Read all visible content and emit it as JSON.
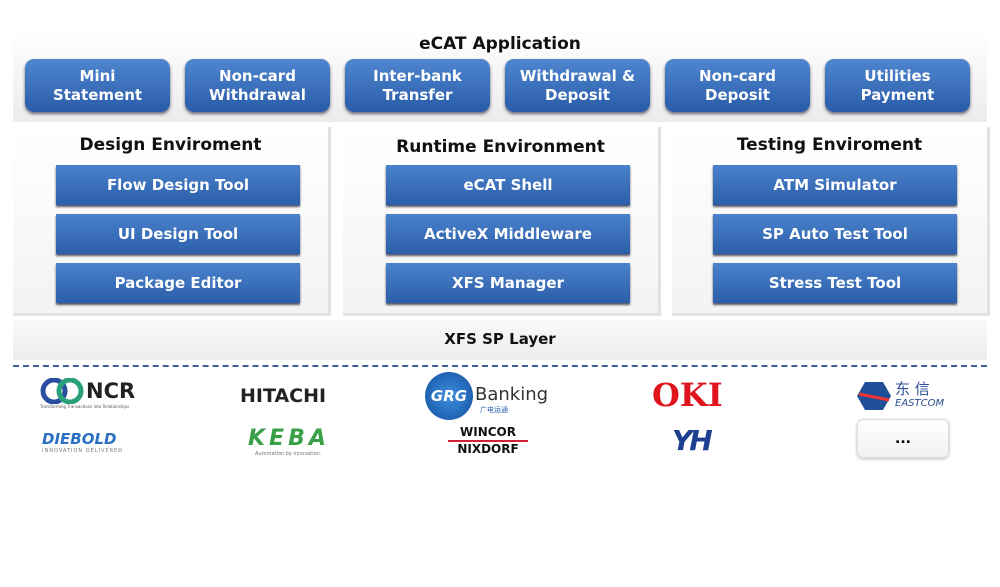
{
  "app_title": "eCAT Application",
  "app_buttons": [
    "Mini\nStatement",
    "Non-card\nWithdrawal",
    "Inter-bank\nTransfer",
    "Withdrawal &\nDeposit",
    "Non-card\nDeposit",
    "Utilities\nPayment"
  ],
  "panels": [
    {
      "title": "Design Enviroment",
      "tools": [
        "Flow Design Tool",
        "UI Design Tool",
        "Package Editor"
      ]
    },
    {
      "title": "Runtime Environment",
      "tools": [
        "eCAT Shell",
        "ActiveX Middleware",
        "XFS Manager"
      ]
    },
    {
      "title": "Testing Enviroment",
      "tools": [
        "ATM Simulator",
        "SP Auto Test Tool",
        "Stress Test Tool"
      ]
    }
  ],
  "sp_layer": "XFS SP Layer",
  "logos": {
    "ncr": "NCR",
    "ncr_tag": "Transforming Transactions into Relationships",
    "diebold": "DIEBOLD",
    "diebold_tag": "INNOVATION DELIVERED",
    "hitachi": "HITACHI",
    "keba": "KEBA",
    "keba_tag": "Automation by innovation.",
    "grg": "GRG",
    "grg_banking": "Banking",
    "grg_cn": "广电运通",
    "wincor": "WINCOR",
    "nixdorf": "NIXDORF",
    "oki": "OKI",
    "yh": "YH",
    "eastcom_cn": "东 信",
    "eastcom": "EASTCOM"
  },
  "more_label": "..."
}
